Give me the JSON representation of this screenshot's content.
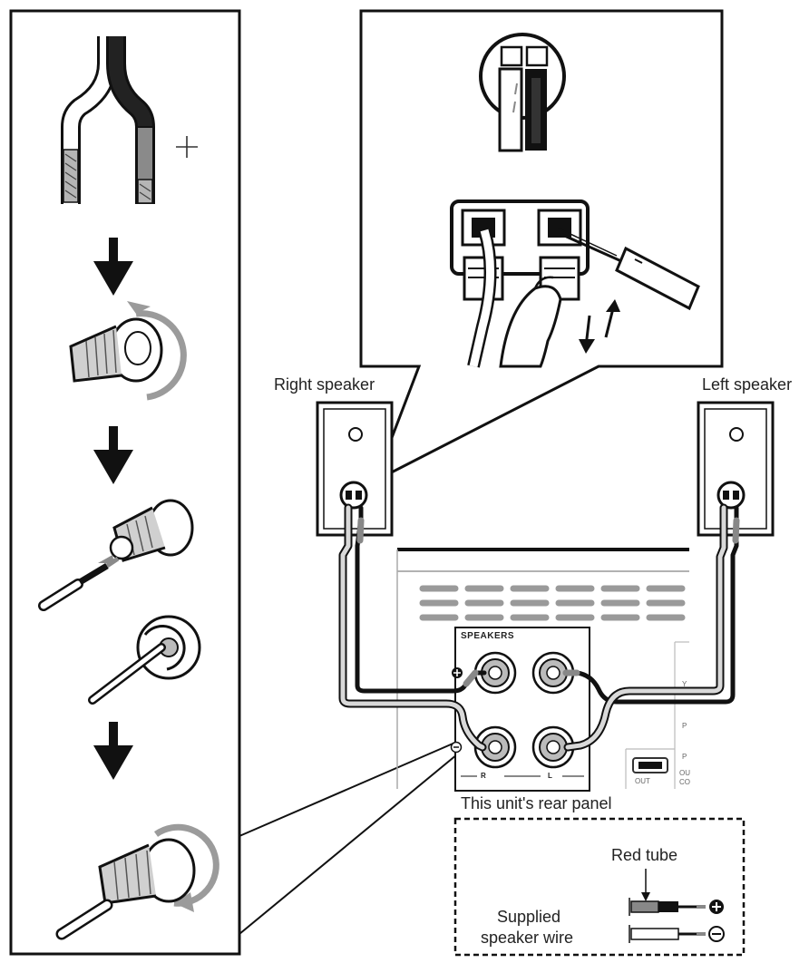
{
  "labels": {
    "right_speaker": "Right speaker",
    "left_speaker": "Left speaker",
    "rear_panel": "This unit's rear panel",
    "speakers_header": "SPEAKERS",
    "terminal_r": "R",
    "terminal_l": "L",
    "hdmi_out": "OUT",
    "side_codes": [
      "Y",
      "P",
      "P",
      "OU",
      "CO"
    ],
    "red_tube": "Red tube",
    "supplied_wire_line1": "Supplied",
    "supplied_wire_line2": "speaker wire",
    "plus_sign": "+"
  },
  "colors": {
    "line": "#111111",
    "wire_gray": "#d9d9d9",
    "tube": "#888888",
    "vent": "#9a9a9a",
    "panel_text": "#666666"
  },
  "icons": [
    "down-arrow-icon",
    "plus-terminal-icon",
    "minus-terminal-icon",
    "screwdriver-icon",
    "hand-icon"
  ]
}
